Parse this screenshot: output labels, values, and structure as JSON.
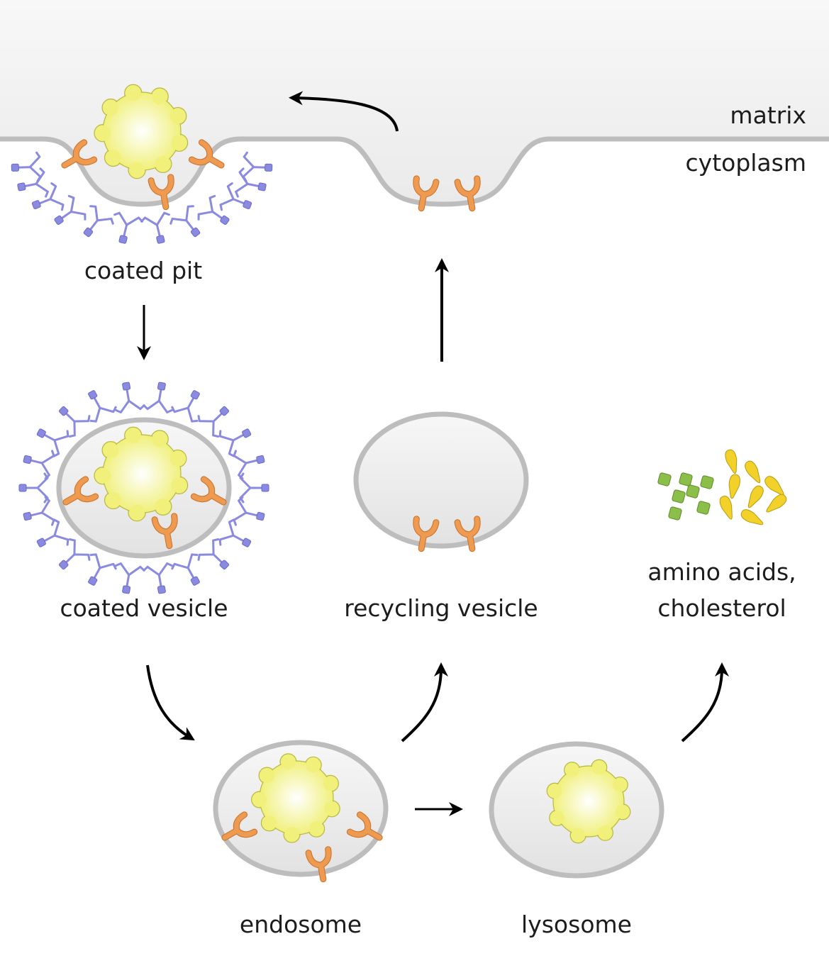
{
  "labels": {
    "matrix": "matrix",
    "cytoplasm": "cytoplasm",
    "coated_pit": "coated pit",
    "coated_vesicle": "coated vesicle",
    "recycling_vesicle": "recycling vesicle",
    "products_line1": "amino acids,",
    "products_line2": "cholesterol",
    "endosome": "endosome",
    "lysosome": "lysosome"
  },
  "colors": {
    "matrix_fill": "#ececec",
    "membrane": "#bdbdbd",
    "vesicle_fill": "#e6e6e6",
    "clathrin": "#8a8ae0",
    "clathrin_dark": "#6a6ac8",
    "receptor": "#ee9a50",
    "receptor_dark": "#c8702a",
    "ldl_core": "#ffffff",
    "ldl_edge": "#f0f07a",
    "ldl_outline": "#b8b840",
    "amino_acid": "#8cbf4a",
    "cholesterol": "#f2d22a",
    "arrow": "#000000"
  }
}
